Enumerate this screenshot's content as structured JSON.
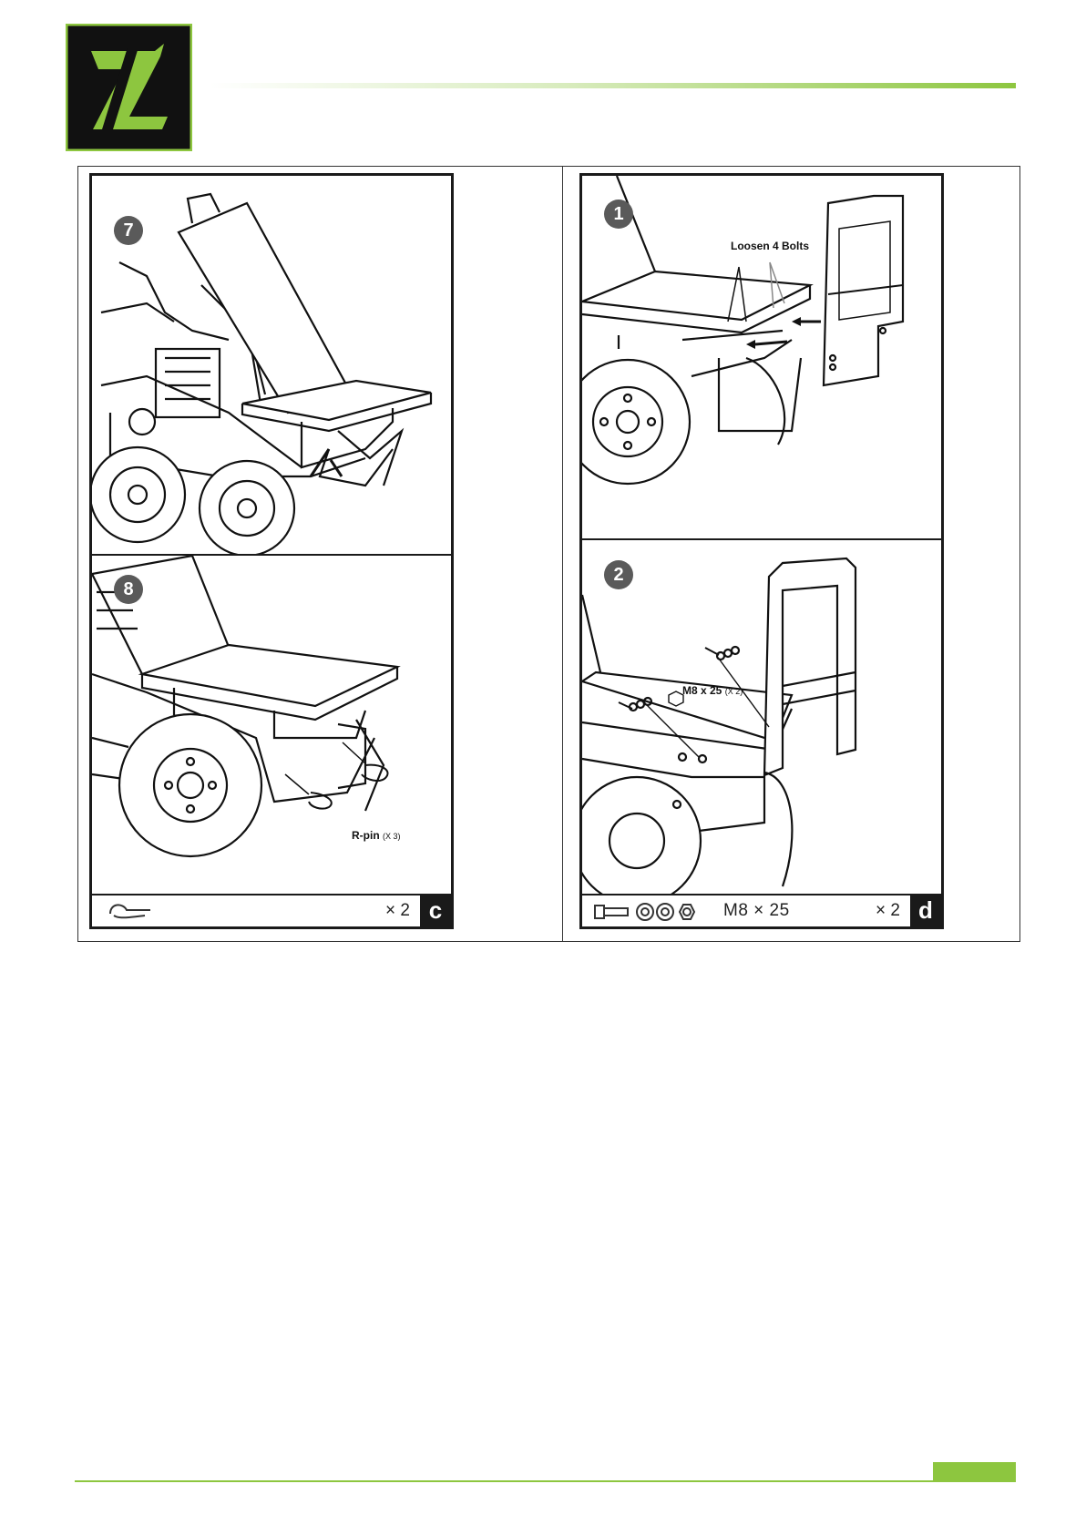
{
  "brand": {
    "accent_color": "#8dc63f",
    "logo_colors": {
      "background": "#111111",
      "border": "#8dc63f",
      "letter": "#8dc63f"
    },
    "logo_icon": "z-logo-icon"
  },
  "panel_c": {
    "steps": [
      {
        "number": "7"
      },
      {
        "number": "8",
        "callout": {
          "label": "R-pin",
          "qty": "(X 3)"
        }
      }
    ],
    "footer": {
      "part_icon": "r-pin-icon",
      "quantity": "× 2",
      "letter": "c"
    }
  },
  "panel_d": {
    "steps": [
      {
        "number": "1",
        "callout": {
          "label": "Loosen 4 Bolts"
        }
      },
      {
        "number": "2",
        "callout": {
          "label": "M8 x 25",
          "qty": "(X 2)"
        }
      }
    ],
    "footer": {
      "part_icons": [
        "bolt-icon",
        "washer-icon",
        "washer-icon",
        "nut-icon"
      ],
      "size": "M8 × 25",
      "quantity": "× 2",
      "letter": "d"
    }
  }
}
